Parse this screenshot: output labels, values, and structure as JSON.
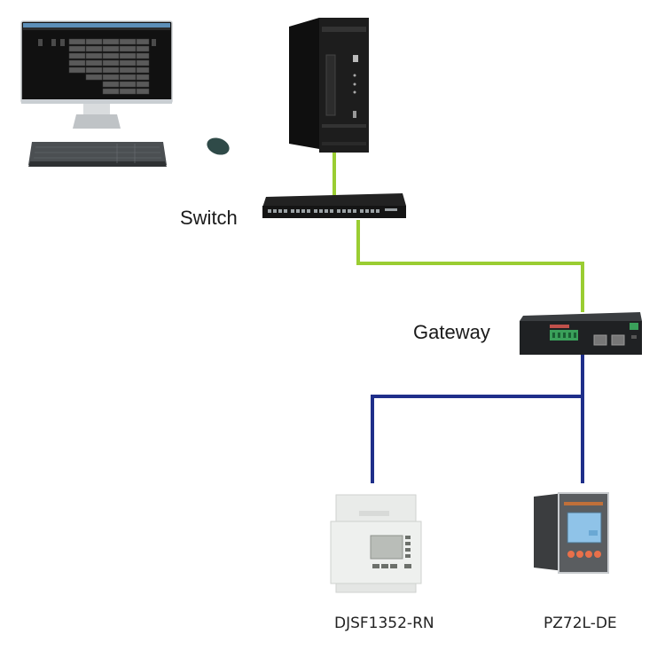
{
  "diagram": {
    "title": "",
    "nodes": [
      {
        "id": "workstation",
        "type": "desktop-computer",
        "label": ""
      },
      {
        "id": "server",
        "type": "server-tower",
        "label": ""
      },
      {
        "id": "switch",
        "type": "network-switch",
        "label": "Switch"
      },
      {
        "id": "gateway",
        "type": "communication-gateway",
        "label": "Gateway"
      },
      {
        "id": "meter1",
        "type": "din-rail-meter",
        "label": "DJSF1352-RN"
      },
      {
        "id": "meter2",
        "type": "panel-meter",
        "label": "PZ72L-DE"
      }
    ],
    "edges": [
      {
        "from": "server",
        "to": "switch",
        "medium": "ethernet"
      },
      {
        "from": "switch",
        "to": "gateway",
        "medium": "ethernet"
      },
      {
        "from": "gateway",
        "to": "meter1",
        "medium": "rs485"
      },
      {
        "from": "gateway",
        "to": "meter2",
        "medium": "rs485"
      }
    ],
    "colors": {
      "ethernet_line": "#9acd32",
      "rs485_line": "#1f2f8a",
      "device_dark": "#1c1c1c",
      "meter_body": "#e6e8e6",
      "panel_screen": "#8fc3e8",
      "panel_buttons": "#e8704a"
    }
  },
  "labels": {
    "switch": "Switch",
    "gateway": "Gateway",
    "meter1": "DJSF1352-RN",
    "meter2": "PZ72L-DE"
  }
}
